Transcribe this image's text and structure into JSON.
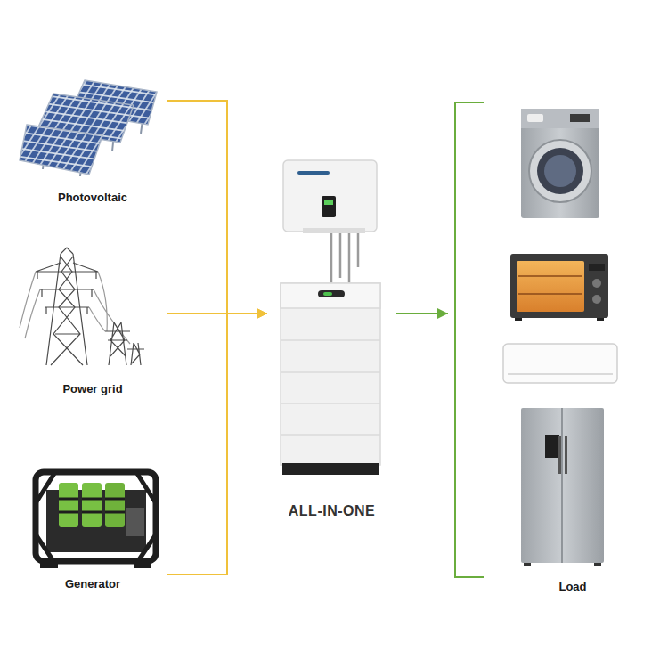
{
  "diagram": {
    "nodes": [
      {
        "text": [
          "Photovoltaic"
        ]
      },
      {
        "text": [
          "Power grid"
        ]
      },
      {
        "text": [
          "Generator"
        ]
      },
      {
        "text": [
          "ALL-IN-ONE"
        ]
      },
      {
        "text": [
          "Load"
        ]
      }
    ],
    "edges": [
      {
        "from": 0,
        "to": 3,
        "arrow": "to"
      },
      {
        "from": 1,
        "to": 3,
        "arrow": "to"
      },
      {
        "from": 2,
        "to": 3,
        "arrow": "to"
      },
      {
        "from": 3,
        "to": 4,
        "arrow": "to"
      }
    ]
  }
}
